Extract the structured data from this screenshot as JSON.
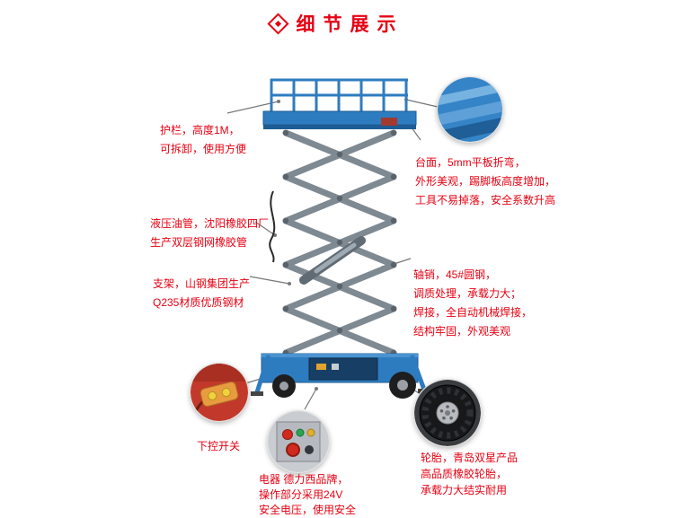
{
  "header": {
    "title": "细节展示"
  },
  "callouts": {
    "guardrail": {
      "text": "护栏，高度1M，\n可拆卸，使用方便"
    },
    "platform": {
      "text": "台面，5mm平板折弯，\n外形美观，踢脚板高度增加，\n工具不易掉落，安全系数升高"
    },
    "hydraulic": {
      "text": "液压油管，沈阳橡胶四厂\n生产双层钢网橡胶管"
    },
    "bracket": {
      "text": "支架，山钢集团生产\nQ235材质优质钢材"
    },
    "pin": {
      "text": "轴销，45#圆钢，\n调质处理，承载力大；\n焊接，全自动机械焊接，\n结构牢固，外观美观"
    },
    "remote": {
      "text": "下控开关"
    },
    "electric": {
      "text": "电器 德力西品牌，\n操作部分采用24V\n安全电压，使用安全"
    },
    "tire": {
      "text": "轮胎，青岛双星产品\n高品质橡胶轮胎，\n承载力大结实耐用"
    }
  },
  "icons": {
    "header_icon": "diamond-icon"
  },
  "colors": {
    "accent_red": "#e60012",
    "machine_blue": "#2e7cc0",
    "machine_blue_dark": "#1d5c94",
    "scissor_gray": "#7e8992",
    "wheel_black": "#1e1e1e"
  }
}
